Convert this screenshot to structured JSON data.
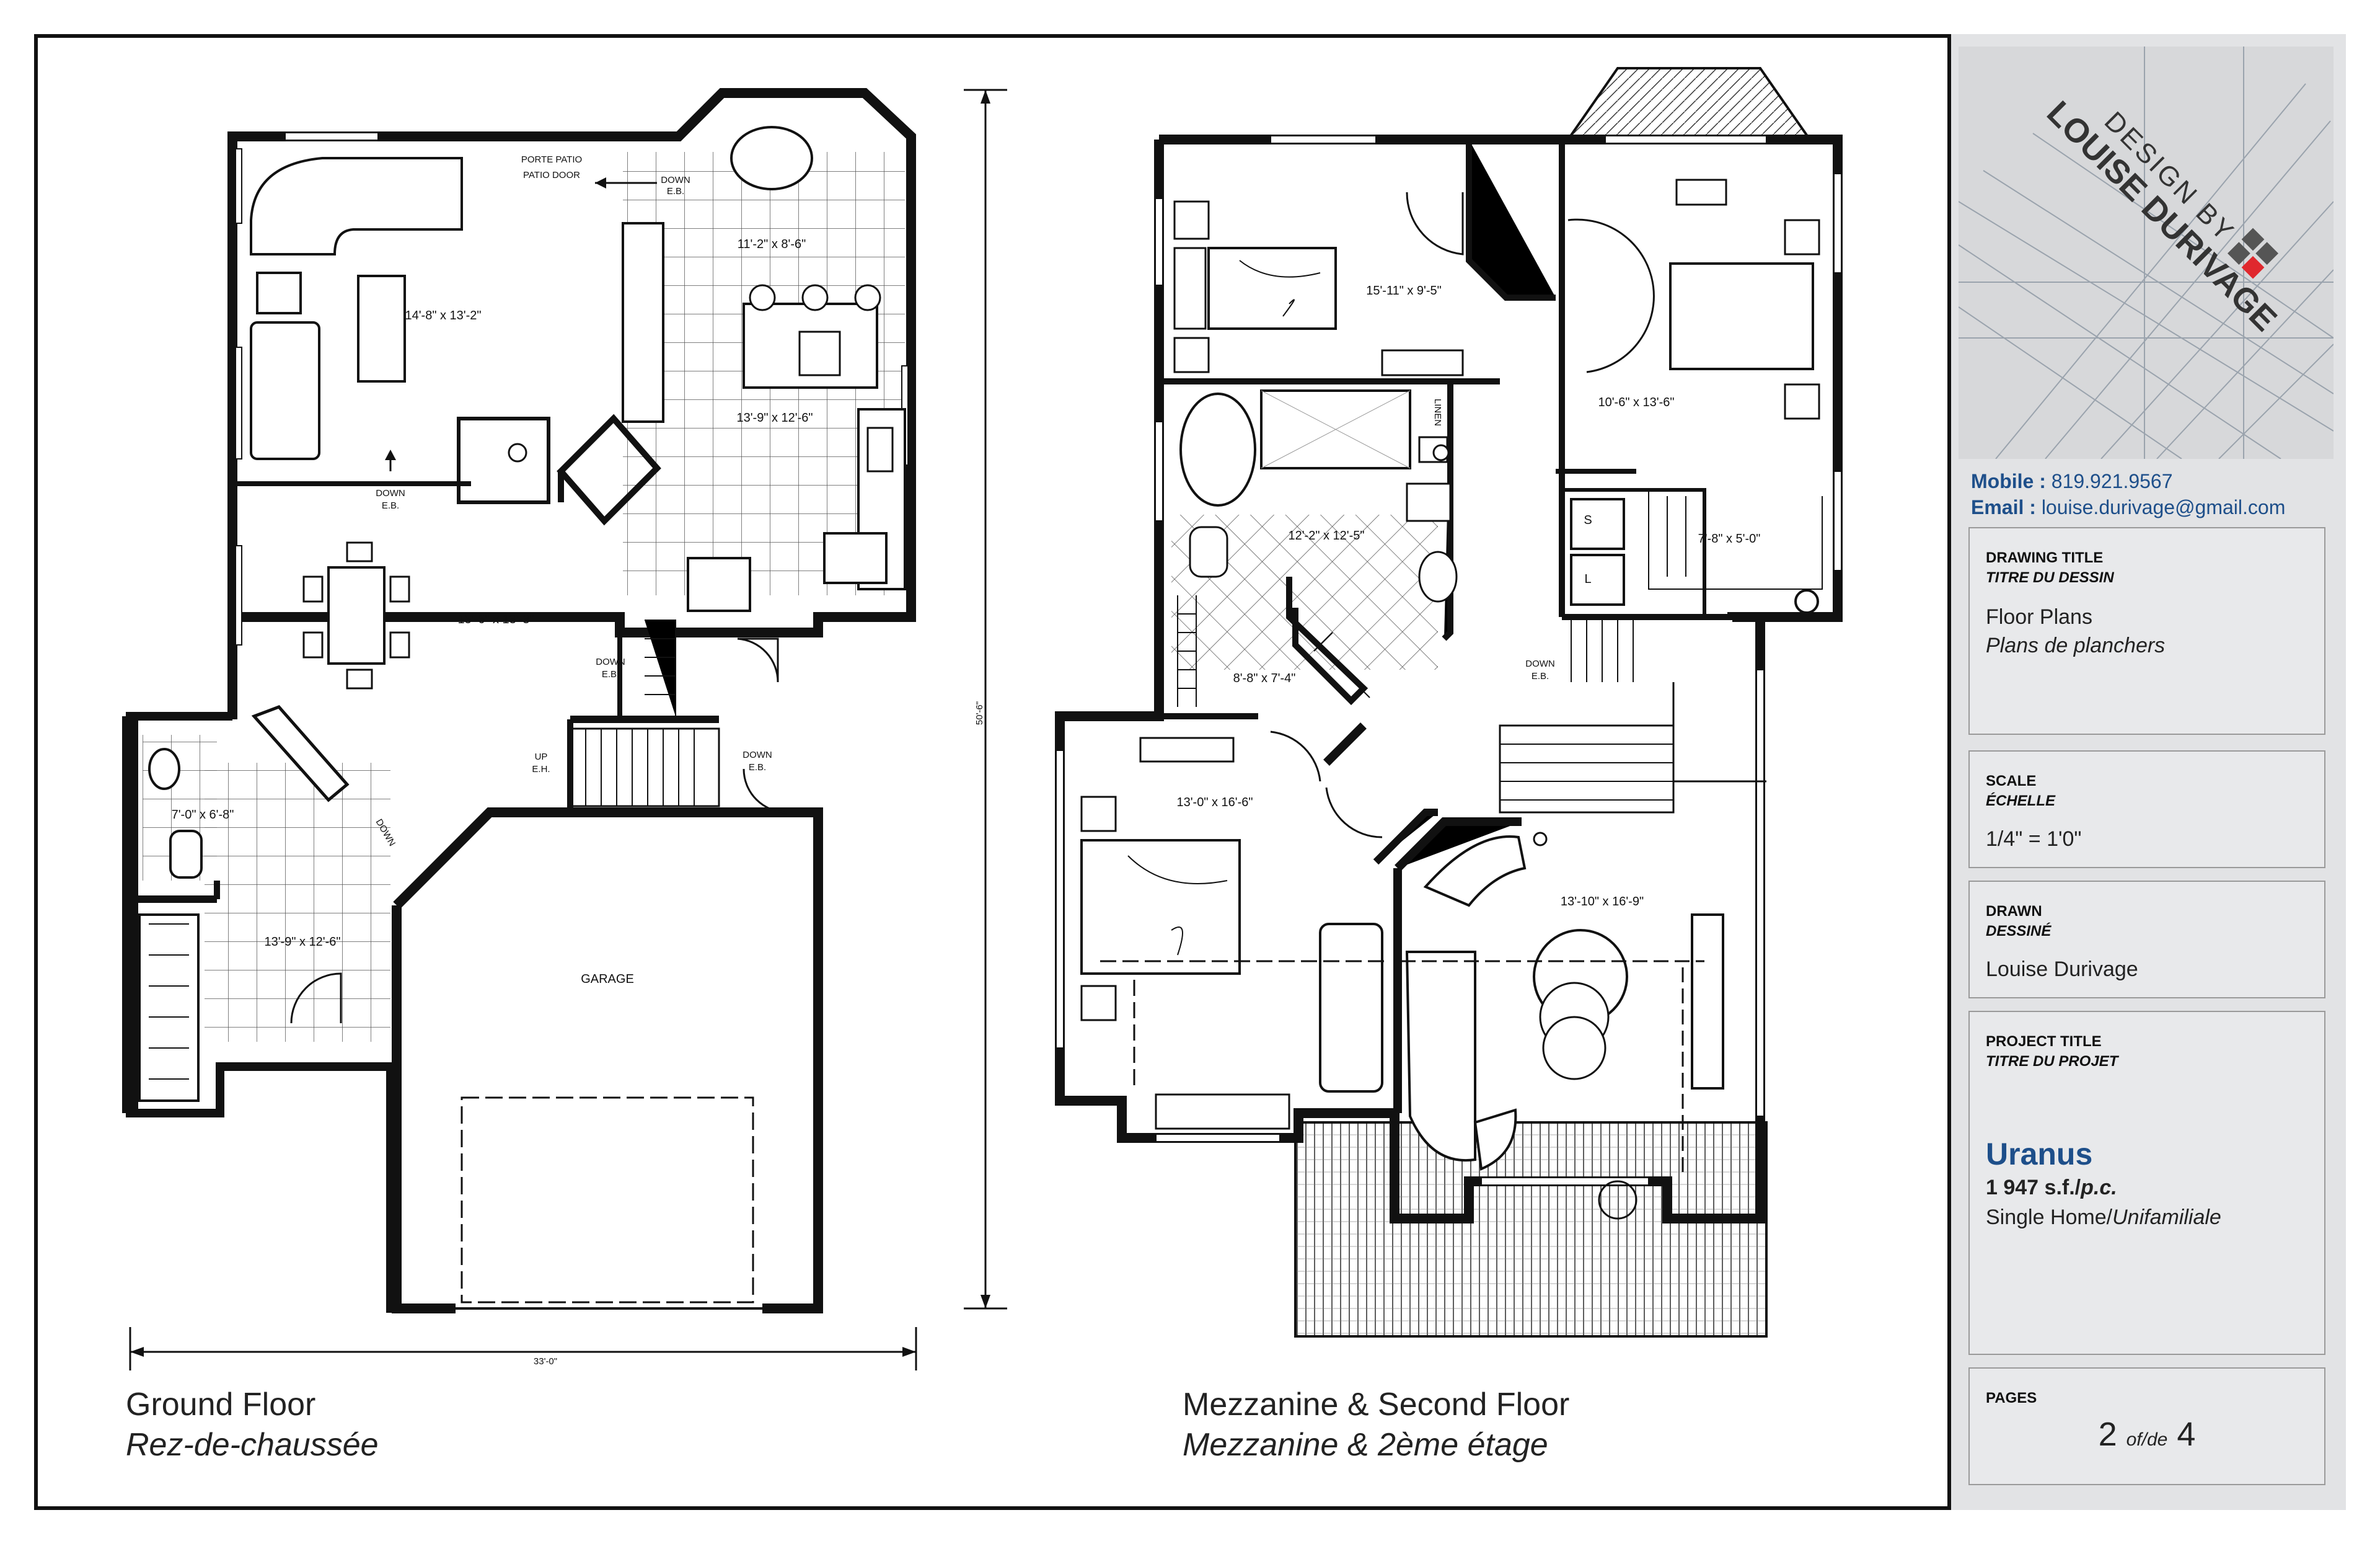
{
  "ground_floor": {
    "title": "Ground Floor",
    "subtitle": "Rez-de-chaussée",
    "rooms": {
      "living": "14'-8\" x 13'-2\"",
      "kitchen_nook": "11'-2\" x 8'-6\"",
      "kitchen": "13'-9\" x 12'-6\"",
      "dining": "15'-6\" x 13'-3\"",
      "powder": "7'-0\" x 6'-8\"",
      "entry": "13'-9\" x 12'-6\"",
      "garage": "GARAGE"
    },
    "notes": {
      "patio_fr": "PORTE PATIO",
      "patio_en": "PATIO DOOR",
      "down": "DOWN",
      "eb": "E.B.",
      "up": "UP",
      "eh": "E.H."
    },
    "dimensions": {
      "width": "33'-0\"",
      "depth": "50'-6\""
    }
  },
  "second_floor": {
    "title": "Mezzanine & Second Floor",
    "subtitle": "Mezzanine & 2ème étage",
    "rooms": {
      "bedroom1": "15'-11\" x 9'-5\"",
      "bedroom2": "10'-6\" x 13'-6\"",
      "bath": "12'-2\" x 12'-5\"",
      "laundry": "7'-8\" x 5'-0\"",
      "walkin": "8'-8\" x 7'-4\"",
      "master": "13'-0\" x 16'-6\"",
      "mezzanine": "13'-10\" x 16'-9\""
    },
    "notes": {
      "linen": "LINEN",
      "s": "S",
      "l": "L",
      "down": "DOWN",
      "eb": "E.B."
    }
  },
  "sidebar": {
    "logo": {
      "line1": "DESIGN BY",
      "line2": "LOUISE DURIVAGE"
    },
    "mobile_label": "Mobile :",
    "mobile_value": "819.921.9567",
    "email_label": "Email :",
    "email_value": "louise.durivage@gmail.com",
    "drawing_title": {
      "heading": "DRAWING TITLE",
      "heading_fr": "TITRE DU DESSIN",
      "value": "Floor Plans",
      "value_fr": "Plans de planchers"
    },
    "scale": {
      "heading": "SCALE",
      "heading_fr": "ÉCHELLE",
      "value": "1/4\" = 1'0\""
    },
    "drawn": {
      "heading": "DRAWN",
      "heading_fr": "DESSINÉ",
      "value": "Louise Durivage"
    },
    "project": {
      "heading": "PROJECT TITLE",
      "heading_fr": "TITRE DU PROJET",
      "name": "Uranus",
      "area": "1 947 s.f./",
      "area_fr": "p.c.",
      "type": "Single Home/",
      "type_fr": "Unifamiliale"
    },
    "pages": {
      "heading": "PAGES",
      "current": "2",
      "sep": "of/de",
      "total": "4"
    }
  },
  "colors": {
    "accent": "#1e4f8a",
    "sidebar_bg": "#e2e3e5",
    "logo_red": "#e0282e",
    "line": "#111111"
  }
}
